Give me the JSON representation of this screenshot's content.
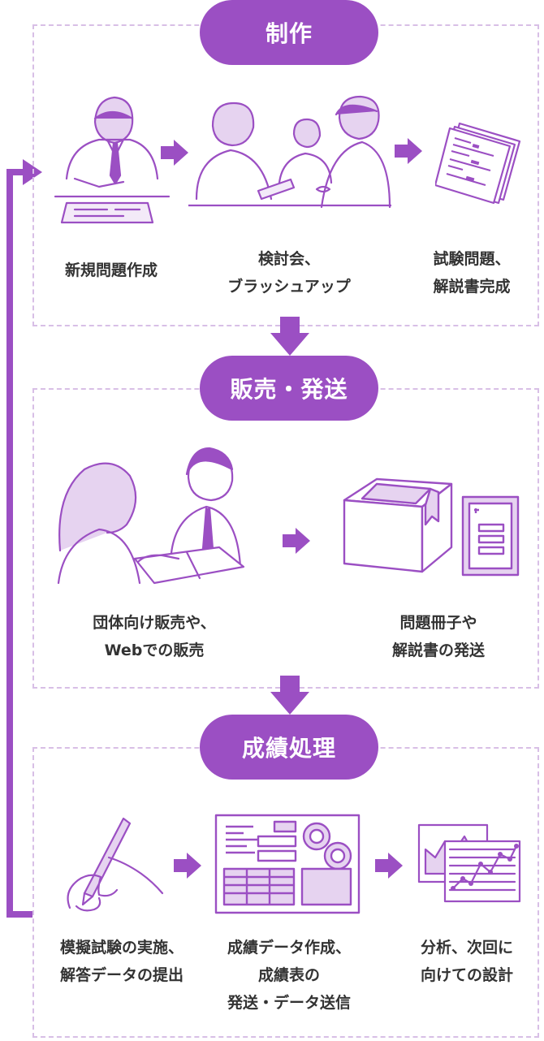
{
  "colors": {
    "accent": "#9b4fc3",
    "dash": "#d8bfe6",
    "text": "#333333"
  },
  "sections": [
    {
      "title": "制作",
      "steps": [
        {
          "label_lines": [
            "新規問題作成"
          ],
          "icon": "writer-at-desk-icon"
        },
        {
          "label_lines": [
            "検討会、",
            "ブラッシュアップ"
          ],
          "icon": "meeting-icon"
        },
        {
          "label_lines": [
            "試験問題、",
            "解説書完成"
          ],
          "icon": "document-stack-icon"
        }
      ]
    },
    {
      "title": "販売・発送",
      "steps": [
        {
          "label_lines": [
            "団体向け販売や、",
            "Webでの販売"
          ],
          "icon": "sales-consultation-icon"
        },
        {
          "label_lines": [
            "問題冊子や",
            "解説書の発送"
          ],
          "icon": "package-and-booklet-icon"
        }
      ]
    },
    {
      "title": "成績処理",
      "steps": [
        {
          "label_lines": [
            "模擬試験の実施、",
            "解答データの提出"
          ],
          "icon": "pen-hand-icon"
        },
        {
          "label_lines": [
            "成績データ作成、",
            "成績表の",
            "発送・データ送信"
          ],
          "icon": "report-sheet-icon"
        },
        {
          "label_lines": [
            "分析、次回に",
            "向けての設計"
          ],
          "icon": "analysis-chart-icon"
        }
      ]
    }
  ]
}
